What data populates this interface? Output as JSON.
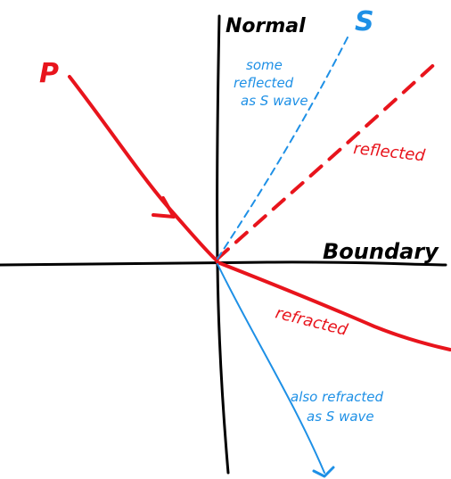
{
  "labels": {
    "normal": "Normal",
    "boundary": "Boundary",
    "p": "P",
    "s": "S",
    "reflected": "reflected",
    "refracted": "refracted",
    "s_reflected_line1": "some",
    "s_reflected_line2": "reflected",
    "s_reflected_line3": "as S wave",
    "s_refracted_line1": "also refracted",
    "s_refracted_line2": "as S wave"
  },
  "colors": {
    "axes": "#000000",
    "p_wave": "#e8141c",
    "s_wave": "#1e90e6"
  }
}
